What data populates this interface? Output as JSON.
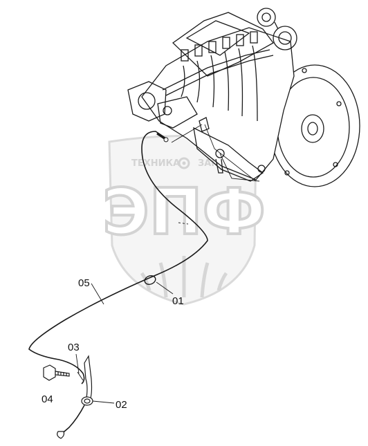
{
  "watermark": {
    "top_left": "ТЕХНИКА",
    "top_right": "ЗАПЧАСТИ",
    "big": "ЭПФ"
  },
  "callouts": [
    {
      "id": "01",
      "label": "01"
    },
    {
      "id": "02",
      "label": "02"
    },
    {
      "id": "03",
      "label": "03"
    },
    {
      "id": "04",
      "label": "04"
    },
    {
      "id": "05",
      "label": "05"
    }
  ],
  "colors": {
    "line": "#1a1a1a",
    "watermark": "#d9d9d9",
    "watermark_dark": "#c4c4c4"
  }
}
